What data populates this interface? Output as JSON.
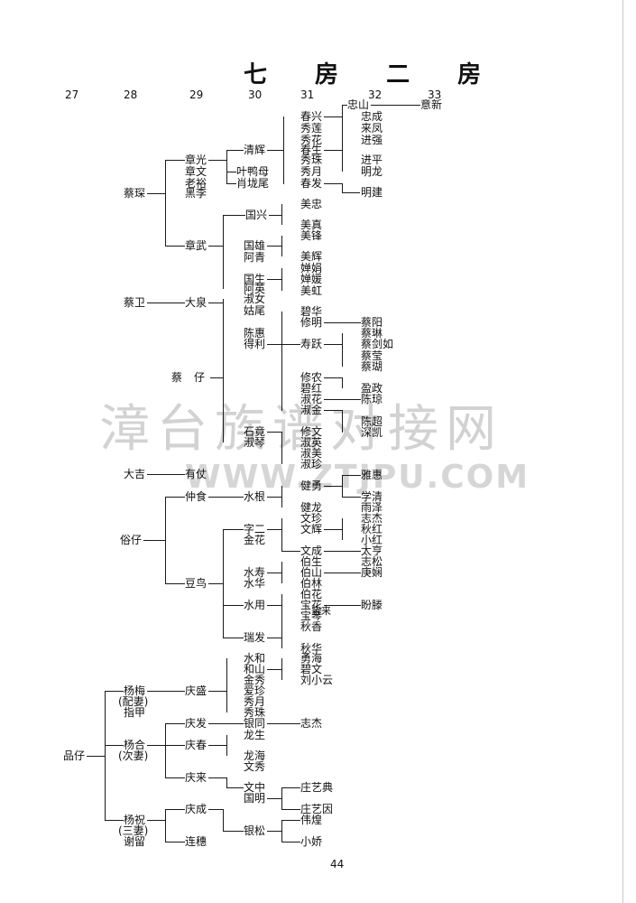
{
  "title": "七 房 二 房",
  "generations": [
    "27",
    "28",
    "29",
    "30",
    "31",
    "32",
    "33"
  ],
  "page_number": "44",
  "watermark": "漳台族谱对接网",
  "watermark_url": "WWW.ZTJPU.COM",
  "names": {
    "a1": "忠山",
    "a2": "意新",
    "a3": "忠成",
    "a4": "来凤",
    "a5": "进强",
    "a6": "进平",
    "a7": "明龙",
    "a8": "明建",
    "b1": "春兴",
    "b2": "秀莲",
    "b3": "秀花",
    "b4": "春生",
    "b5": "秀珠",
    "b6": "秀月",
    "b7": "春发",
    "c1": "清辉",
    "c2": "叶鸭母",
    "c3": "肖垅尾",
    "d1": "章光",
    "d2": "章文",
    "d3": "老裕",
    "d4": "黑李",
    "e1": "蔡琛",
    "f1": "国兴",
    "f2": "美忠",
    "f3": "美真",
    "f4": "美锋",
    "f5": "国雄",
    "f6": "阿青",
    "f7": "美辉",
    "f8": "婵娟",
    "f9": "婵媛",
    "f10": "美虹",
    "f11": "国生",
    "f12": "阿英",
    "f13": "章武",
    "g1": "蔡卫",
    "g2": "大泉",
    "g3": "淑女",
    "g4": "姑尾",
    "h1": "碧华",
    "h2": "修明",
    "h3": "蔡阳",
    "h4": "蔡琳",
    "h5": "蔡剑如",
    "h6": "蔡莹",
    "h7": "蔡瑚",
    "h8": "陈惠",
    "h9": "得利",
    "h10": "寿跃",
    "h11": "蔡",
    "h12": "仔",
    "i1": "修农",
    "i2": "碧红",
    "i3": "盈政",
    "i4": "淑花",
    "i5": "陈琼",
    "i6": "淑金",
    "i7": "陈超",
    "i8": "深凯",
    "j1": "石竟",
    "j2": "淑琴",
    "j3": "修文",
    "j4": "淑英",
    "j5": "淑美",
    "j6": "淑珍",
    "k1": "大吉",
    "k2": "有仗",
    "k3": "仲食",
    "k4": "水根",
    "k5": "雅惠",
    "k6": "健勇",
    "k7": "学清",
    "k8": "健龙",
    "k9": "雨泽",
    "l1": "俗仔",
    "l2": "字二",
    "l3": "金花",
    "l4": "文珍",
    "l5": "文辉",
    "l6": "志杰",
    "l7": "秋红",
    "l8": "小红",
    "l9": "文成",
    "l10": "太亨",
    "l11": "伯生",
    "l12": "志松",
    "l13": "伯山",
    "l14": "庚娴",
    "l15": "伯林",
    "l16": "豆鸟",
    "l17": "水寿",
    "l18": "水华",
    "m1": "伯花",
    "m2": "宝花",
    "m3": "宝来",
    "m4": "盼滕",
    "m5": "宝琴",
    "m6": "秋香",
    "m7": "水用",
    "m8": "瑞发",
    "m9": "秋华",
    "n1": "水和",
    "n2": "勇海",
    "n3": "和山",
    "n4": "碧文",
    "n5": "金秀",
    "n6": "刘小云",
    "n7": "爱珍",
    "n8": "秀月",
    "n9": "秀珠",
    "n10": "杨梅",
    "n11": "(配妻)",
    "n12": "指甲",
    "n13": "庆盛",
    "o1": "庆发",
    "o2": "银同",
    "o3": "志杰",
    "o4": "杨合",
    "o5": "(次妻)",
    "o6": "庆春",
    "o7": "龙生",
    "o8": "龙海",
    "o9": "文秀",
    "o10": "品仔",
    "o11": "庆来",
    "p1": "文中",
    "p2": "庄艺典",
    "p3": "国明",
    "p4": "庄艺因",
    "p5": "杨祝",
    "p6": "(三妻)",
    "p7": "谢留",
    "p8": "庆成",
    "p9": "银松",
    "p10": "伟煌",
    "p11": "连穗",
    "p12": "小娇"
  }
}
